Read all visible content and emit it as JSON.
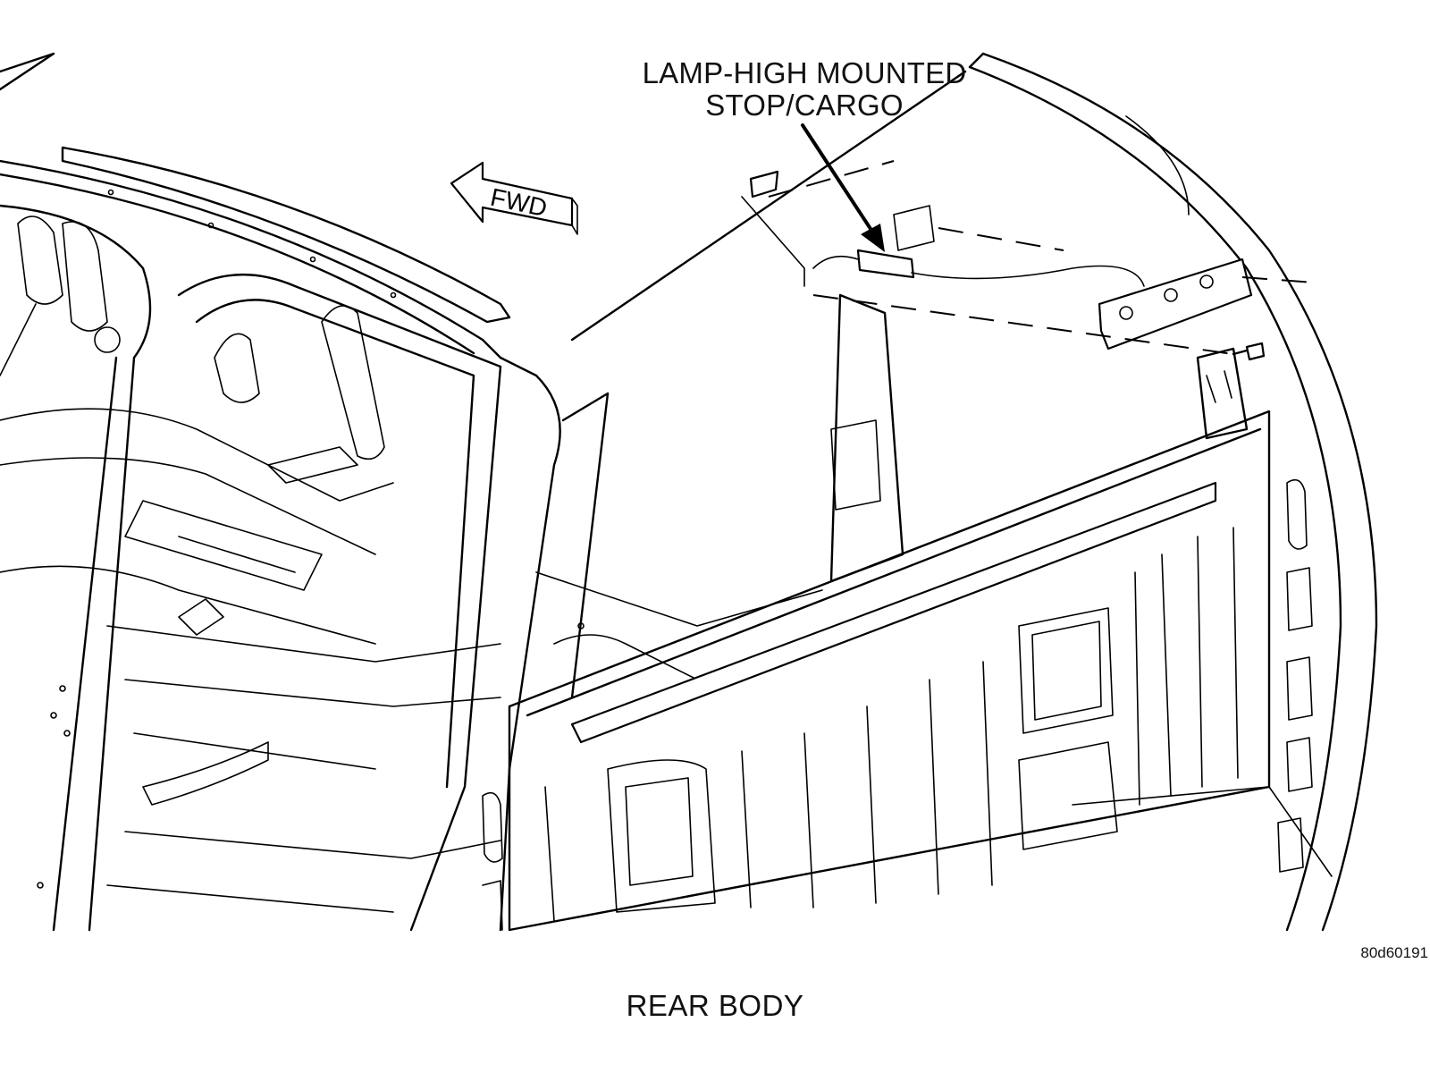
{
  "callout": {
    "line1": "LAMP-HIGH MOUNTED",
    "line2": "STOP/CARGO"
  },
  "direction_arrow": {
    "label": "FWD"
  },
  "figure_id": "80d60191",
  "caption": "REAR BODY"
}
